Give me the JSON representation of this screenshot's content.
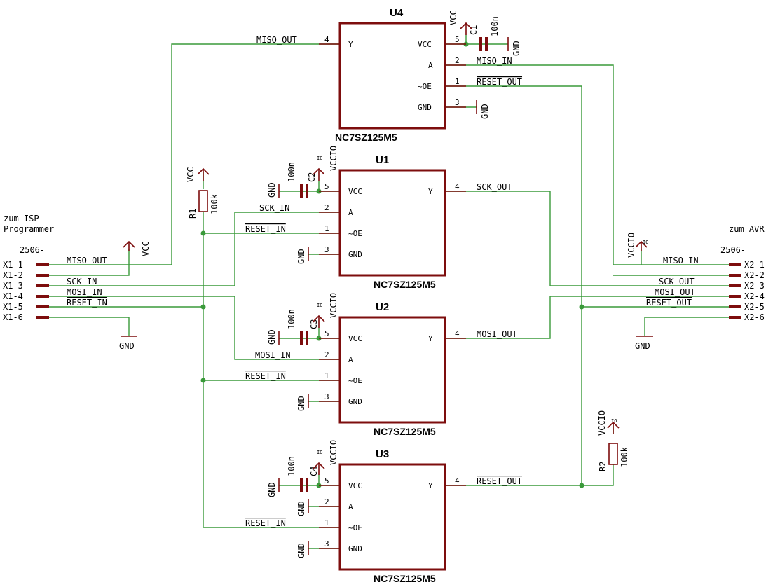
{
  "left_connector": {
    "title_lines": [
      "zum ISP",
      "Programmer"
    ],
    "part": "2506-",
    "pins": [
      "X1-1",
      "X1-2",
      "X1-3",
      "X1-4",
      "X1-5",
      "X1-6"
    ]
  },
  "right_connector": {
    "title": "zum AVR",
    "part": "2506-",
    "pins": [
      "X2-1",
      "X2-2",
      "X2-3",
      "X2-4",
      "X2-5",
      "X2-6"
    ]
  },
  "ics": [
    {
      "name": "U4",
      "value": "NC7SZ125M5",
      "pins": {
        "y": "Y",
        "vcc": "VCC",
        "a": "A",
        "oe": "~OE",
        "gnd": "GND"
      },
      "nums": {
        "y": "4",
        "vcc": "5",
        "a": "2",
        "oe": "1",
        "gnd": "3"
      }
    },
    {
      "name": "U1",
      "value": "NC7SZ125M5",
      "pins": {
        "y": "Y",
        "vcc": "VCC",
        "a": "A",
        "oe": "~OE",
        "gnd": "GND"
      },
      "nums": {
        "y": "4",
        "vcc": "5",
        "a": "2",
        "oe": "1",
        "gnd": "3"
      }
    },
    {
      "name": "U2",
      "value": "NC7SZ125M5",
      "pins": {
        "y": "Y",
        "vcc": "VCC",
        "a": "A",
        "oe": "~OE",
        "gnd": "GND"
      },
      "nums": {
        "y": "4",
        "vcc": "5",
        "a": "2",
        "oe": "1",
        "gnd": "3"
      }
    },
    {
      "name": "U3",
      "value": "NC7SZ125M5",
      "pins": {
        "y": "Y",
        "vcc": "VCC",
        "a": "A",
        "oe": "~OE",
        "gnd": "GND"
      },
      "nums": {
        "y": "4",
        "vcc": "5",
        "a": "2",
        "oe": "1",
        "gnd": "3"
      }
    }
  ],
  "caps": [
    {
      "name": "C1",
      "value": "100n"
    },
    {
      "name": "C2",
      "value": "100n"
    },
    {
      "name": "C3",
      "value": "100n"
    },
    {
      "name": "C4",
      "value": "100n"
    }
  ],
  "resistors": [
    {
      "name": "R1",
      "value": "100k"
    },
    {
      "name": "R2",
      "value": "100k"
    }
  ],
  "nets": {
    "miso_out": "MISO_OUT",
    "miso_in": "MISO_IN",
    "sck_in": "SCK_IN",
    "sck_out": "SCK_OUT",
    "mosi_in": "MOSI_IN",
    "mosi_out": "MOSI_OUT",
    "reset_in": "RESET_IN",
    "reset_out": "RESET_OUT"
  },
  "supplies": {
    "vcc": "VCC",
    "vccio": "VCCIO",
    "gnd": "GND",
    "io_mark": "IO"
  }
}
